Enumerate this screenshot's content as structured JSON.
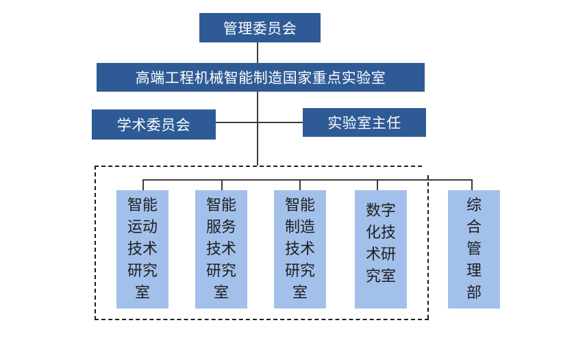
{
  "org": {
    "management_committee": "管理委员会",
    "lab_name": "高端工程机械智能制造国家重点实验室",
    "academic_committee": "学术委员会",
    "lab_director": "实验室主任",
    "units": [
      {
        "label": "智能运动技术研究室"
      },
      {
        "label": "智能服务技术研究室"
      },
      {
        "label": "智能制造技术研究室"
      },
      {
        "label": "数字化技术研究室"
      },
      {
        "label": "综合管理部"
      }
    ]
  },
  "colors": {
    "dark_box": "#2e5b95",
    "light_box": "#a2c0ea",
    "line": "#3a3a3a"
  }
}
